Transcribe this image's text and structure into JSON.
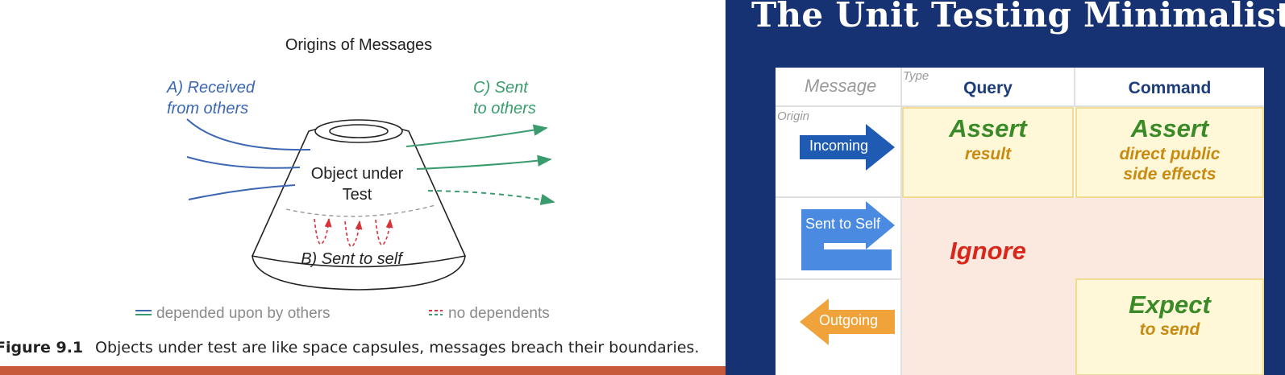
{
  "left_figure": {
    "title": "Origins of Messages",
    "received_label": [
      "A) Received",
      "from others"
    ],
    "sent_label": [
      "C) Sent",
      "to others"
    ],
    "object_label": [
      "Object under",
      "Test"
    ],
    "self_label": "B) Sent to self",
    "legend_solid": "depended upon by others",
    "legend_dashed": "no dependents",
    "caption_number": "Figure 9.1",
    "caption_text": "Objects under test are like space capsules, messages breach their boundaries.",
    "colors": {
      "received": "#3b66b3",
      "sent": "#3a9c6e",
      "self": "#d8323a",
      "bar": "#c85a3c"
    }
  },
  "slide": {
    "title": "The Unit Testing Minimalist",
    "header_message": "Message",
    "header_type": "Type",
    "header_query": "Query",
    "header_command": "Command",
    "origin_label": "Origin",
    "row_incoming": "Incoming",
    "row_self": "Sent to Self",
    "row_outgoing": "Outgoing",
    "incoming_query_main": "Assert",
    "incoming_query_sub": "result",
    "incoming_command_main": "Assert",
    "incoming_command_sub": [
      "direct public",
      "side effects"
    ],
    "ignore_label": "Ignore",
    "outgoing_command_main": "Expect",
    "outgoing_command_sub": "to send",
    "colors": {
      "background": "#173272",
      "incoming": "#1f5bb3",
      "self": "#4a8ae0",
      "outgoing": "#f0a33a",
      "green": "#3a8a28",
      "red": "#d8281c",
      "gold": "#c88a10"
    }
  }
}
